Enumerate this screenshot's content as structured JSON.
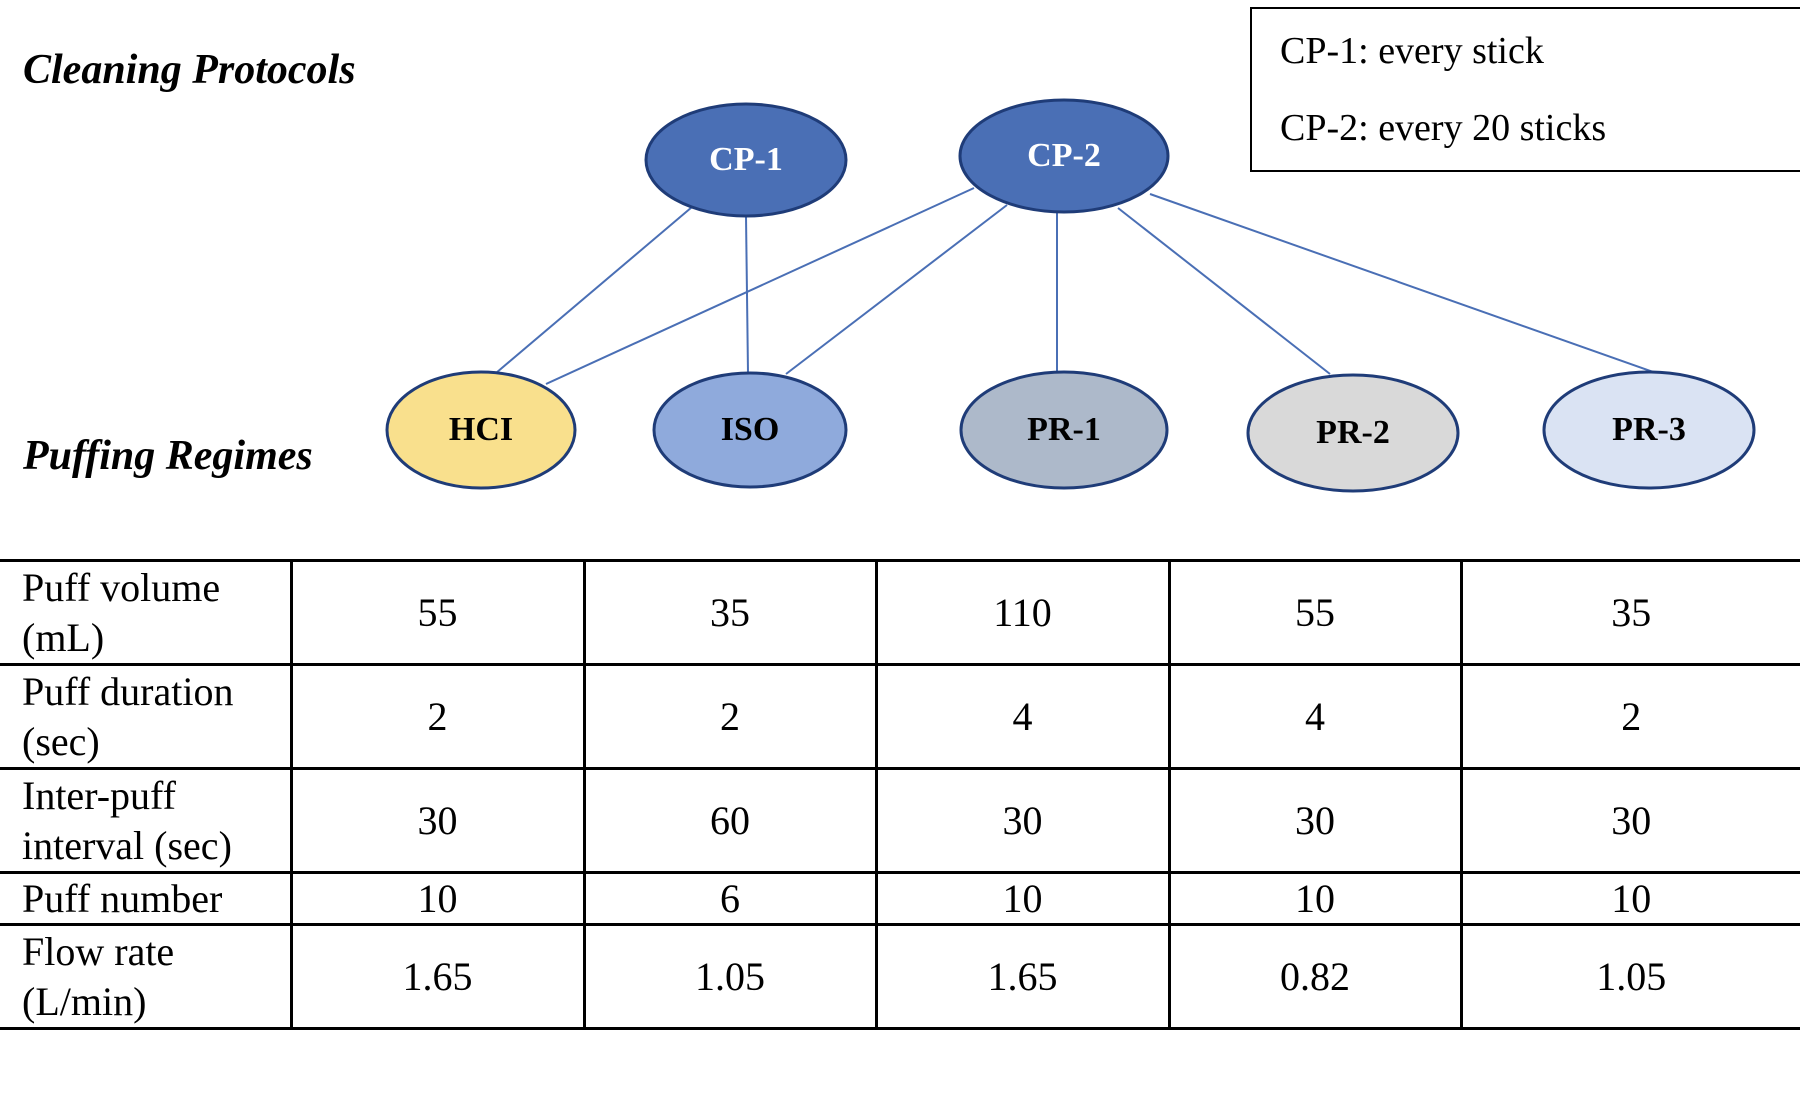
{
  "labels": {
    "cleaning_protocols": "Cleaning Protocols",
    "puffing_regimes": "Puffing Regimes"
  },
  "legend": {
    "cp1": "CP-1: every stick",
    "cp2": "CP-2: every 20 sticks"
  },
  "protocols": [
    {
      "id": "CP-1",
      "label": "CP-1",
      "fill": "#4a6fb5"
    },
    {
      "id": "CP-2",
      "label": "CP-2",
      "fill": "#4a6fb5"
    }
  ],
  "regimes": [
    {
      "id": "HCI",
      "label": "HCI",
      "fill": "#f9e08d"
    },
    {
      "id": "ISO",
      "label": "ISO",
      "fill": "#8faadc"
    },
    {
      "id": "PR-1",
      "label": "PR-1",
      "fill": "#adb9ca"
    },
    {
      "id": "PR-2",
      "label": "PR-2",
      "fill": "#d9d9d9"
    },
    {
      "id": "PR-3",
      "label": "PR-3",
      "fill": "#dae3f3"
    }
  ],
  "edges": [
    [
      "CP-1",
      "HCI"
    ],
    [
      "CP-1",
      "ISO"
    ],
    [
      "CP-2",
      "HCI"
    ],
    [
      "CP-2",
      "ISO"
    ],
    [
      "CP-2",
      "PR-1"
    ],
    [
      "CP-2",
      "PR-2"
    ],
    [
      "CP-2",
      "PR-3"
    ]
  ],
  "colors": {
    "edge": "#4a6fb5",
    "node_stroke": "#1f3c78",
    "protocol_text": "#ffffff",
    "regime_text": "#000000"
  },
  "table": {
    "rows": [
      {
        "name": "Puff volume (mL)",
        "values": [
          "55",
          "35",
          "110",
          "55",
          "35"
        ]
      },
      {
        "name": "Puff duration (sec)",
        "values": [
          "2",
          "2",
          "4",
          "4",
          "2"
        ]
      },
      {
        "name": "Inter-puff interval (sec)",
        "values": [
          "30",
          "60",
          "30",
          "30",
          "30"
        ]
      },
      {
        "name": "Puff number",
        "values": [
          "10",
          "6",
          "10",
          "10",
          "10"
        ]
      },
      {
        "name": "Flow rate (L/min)",
        "values": [
          "1.65",
          "1.05",
          "1.65",
          "0.82",
          "1.05"
        ]
      }
    ]
  }
}
